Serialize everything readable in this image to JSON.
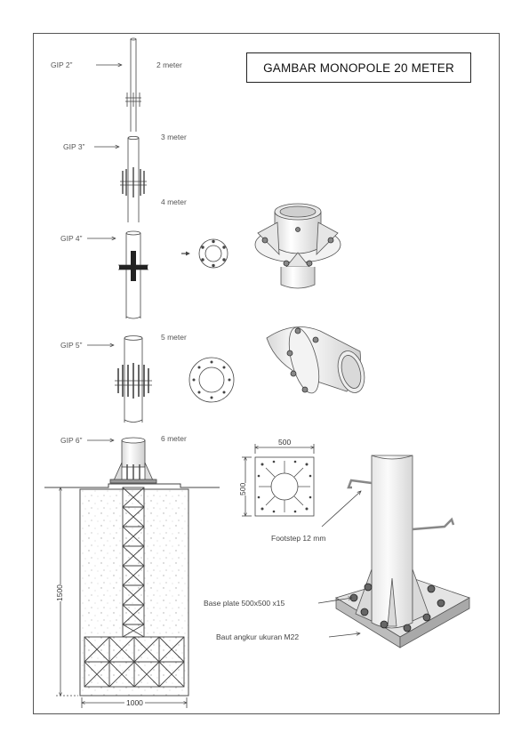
{
  "title": "GAMBAR MONOPOLE 20 METER",
  "pipes": [
    {
      "name": "GIP 2”",
      "length": "2 meter"
    },
    {
      "name": "GIP 3”",
      "length": "3 meter"
    },
    {
      "name": "GIP 4”",
      "length": "4 meter"
    },
    {
      "name": "GIP 5”",
      "length": "5 meter"
    },
    {
      "name": "GIP 6”",
      "length": "6 meter"
    }
  ],
  "dimensions": {
    "plate_width": "500",
    "plate_height": "500",
    "foundation_depth": "1500",
    "foundation_width": "1000"
  },
  "callouts": {
    "footstep": "Footstep 12 mm",
    "base_plate": "Base plate 500x500 x15",
    "anchor_bolt": "Baut angkur ukuran M22"
  },
  "colors": {
    "line": "#444444",
    "frame": "#555555",
    "concrete_speckle": "#aaaaaa"
  }
}
